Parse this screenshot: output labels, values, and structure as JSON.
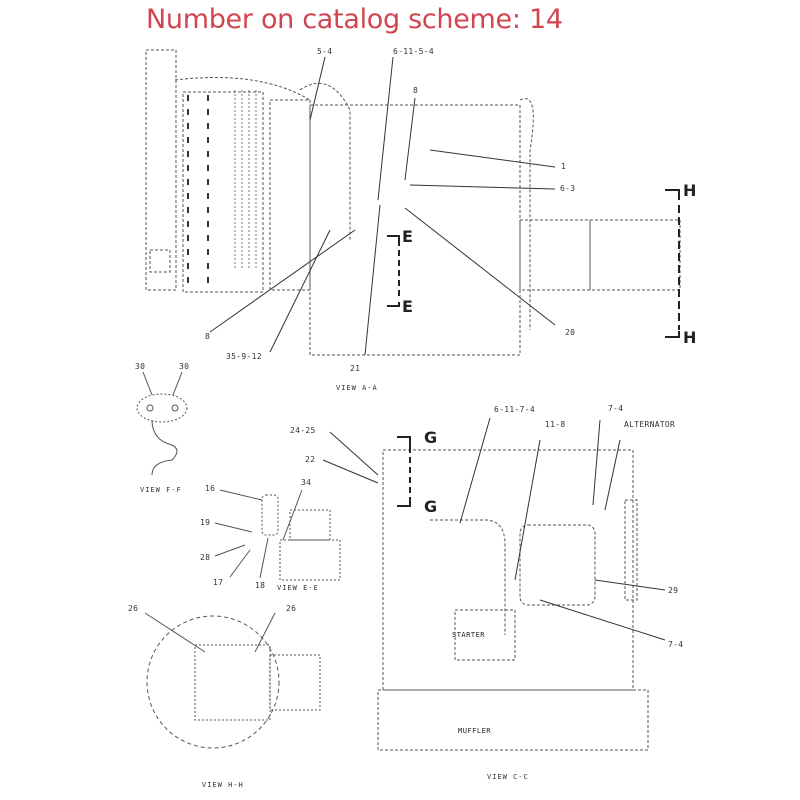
{
  "title": "Number on catalog scheme: 14",
  "colors": {
    "title": "#d0454f",
    "lines": "#444444",
    "background": "#ffffff"
  },
  "views": {
    "aa": {
      "label": "VIEW A-A",
      "callouts": [
        "5-4",
        "6-11-5-4",
        "8",
        "1",
        "6-3",
        "20",
        "8",
        "35-9-12",
        "21"
      ],
      "section_marks": [
        "E",
        "E",
        "H",
        "H"
      ]
    },
    "ff": {
      "label": "VIEW F-F",
      "callouts": [
        "30",
        "30"
      ]
    },
    "ee": {
      "label": "VIEW E-E",
      "callouts": [
        "16",
        "34",
        "19",
        "28",
        "17",
        "18"
      ]
    },
    "cc": {
      "label": "VIEW C-C",
      "callouts": [
        "24-25",
        "22",
        "6-11-7-4",
        "11-8",
        "7-4",
        "ALTERNATOR",
        "29",
        "7-4"
      ],
      "section_marks": [
        "G",
        "G"
      ],
      "components": [
        "STARTER",
        "MUFFLER"
      ]
    },
    "hh": {
      "label": "VIEW H-H",
      "callouts": [
        "26",
        "26"
      ]
    }
  }
}
